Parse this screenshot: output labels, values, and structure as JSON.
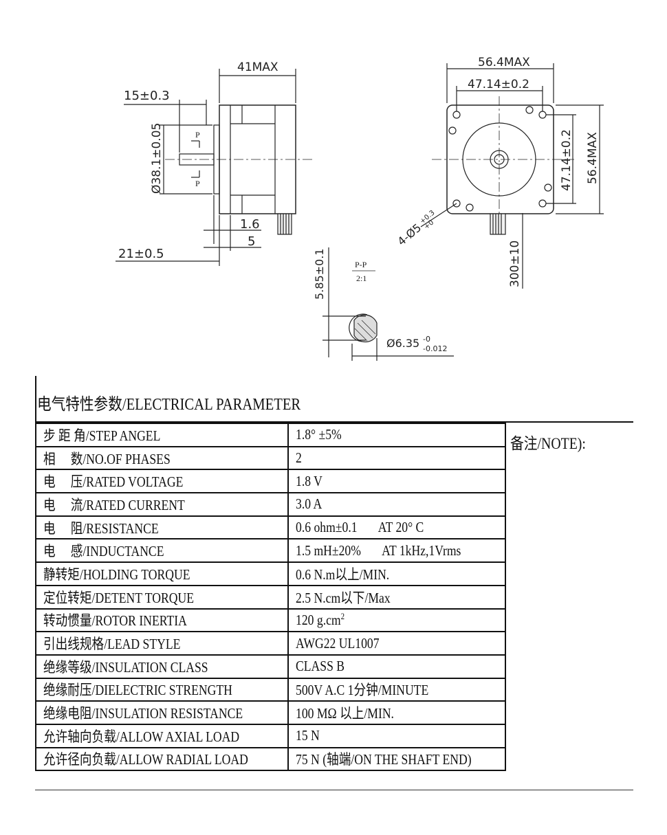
{
  "drawing": {
    "side_view": {
      "length_max": "41MAX",
      "shaft_length": "15±0.3",
      "pilot_diameter": "Ø38.1±0.05",
      "section_mark": "P",
      "flange_thickness": "1.6",
      "boss_dimension": "5",
      "shaft_to_flange": "21±0.5"
    },
    "front_view": {
      "size_max_width": "56.4MAX",
      "hole_pitch_width": "47.14±0.2",
      "hole_pitch_height": "47.14±0.2",
      "size_max_height": "56.4MAX",
      "mount_holes": "4-Ø5",
      "mount_holes_tol_upper": "+0.3",
      "mount_holes_tol_lower": "+0",
      "lead_length": "300±10"
    },
    "section_view": {
      "label": "P-P",
      "scale": "2:1",
      "flat_dimension": "5.85±0.1",
      "shaft_diameter": "Ø6.35",
      "shaft_tol_upper": "-0",
      "shaft_tol_lower": "-0.012"
    }
  },
  "section_title": "电气特性参数/ELECTRICAL PARAMETER",
  "note_label": "备注/NOTE):",
  "parameters": [
    {
      "label": "步 距 角/STEP ANGEL",
      "value": "1.8° ±5%",
      "extra": ""
    },
    {
      "label": "相　 数/NO.OF PHASES",
      "value": "2",
      "extra": ""
    },
    {
      "label": "电　 压/RATED VOLTAGE",
      "value": "1.8 V",
      "extra": ""
    },
    {
      "label": "电　 流/RATED CURRENT",
      "value": "3.0 A",
      "extra": ""
    },
    {
      "label": "电　 阻/RESISTANCE",
      "value": "0.6 ohm±0.1",
      "extra": "AT 20° C"
    },
    {
      "label": "电　 感/INDUCTANCE",
      "value": "1.5 mH±20%",
      "extra": "AT 1kHz,1Vrms"
    },
    {
      "label": "静转矩/HOLDING TORQUE",
      "value": "0.6 N.m以上/MIN.",
      "extra": ""
    },
    {
      "label": "定位转矩/DETENT TORQUE",
      "value": "2.5 N.cm以下/Max",
      "extra": ""
    },
    {
      "label": "转动惯量/ROTOR INERTIA",
      "value": "120 g.cm",
      "extra": "",
      "sup": "2"
    },
    {
      "label": "引出线规格/LEAD STYLE",
      "value": "AWG22 UL1007",
      "extra": ""
    },
    {
      "label": "绝缘等级/INSULATION CLASS",
      "value": "CLASS B",
      "extra": ""
    },
    {
      "label": "绝缘耐压/DIELECTRIC STRENGTH",
      "value": "500V A.C 1分钟/MINUTE",
      "extra": ""
    },
    {
      "label": "绝缘电阻/INSULATION RESISTANCE",
      "value": "100 MΩ 以上/MIN.",
      "extra": ""
    },
    {
      "label": "允许轴向负载/ALLOW AXIAL LOAD",
      "value": "15 N",
      "extra": ""
    },
    {
      "label": "允许径向负载/ALLOW RADIAL LOAD",
      "value": "75 N (轴端/ON THE SHAFT END)",
      "extra": ""
    }
  ]
}
